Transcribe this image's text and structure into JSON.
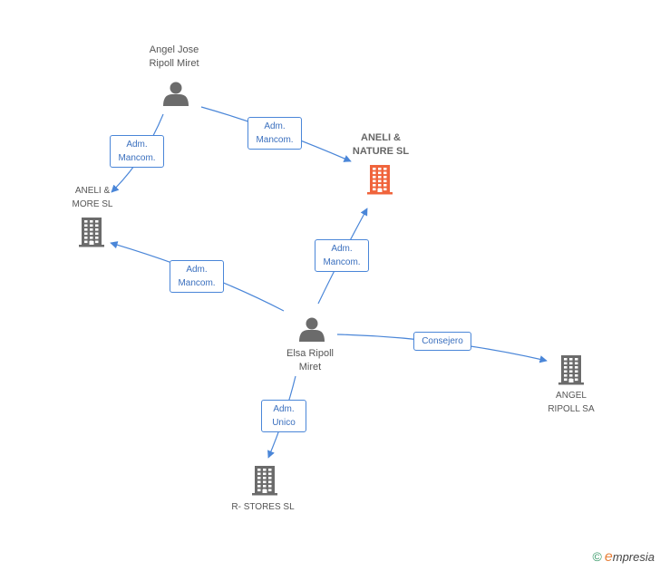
{
  "nodes": {
    "angel_jose": {
      "type": "person",
      "lines": [
        "Angel Jose",
        "Ripoll Miret"
      ]
    },
    "aneli_nature": {
      "type": "company-focus",
      "lines": [
        "ANELI &",
        "NATURE SL"
      ]
    },
    "aneli_more": {
      "type": "company",
      "lines": [
        "ANELI &",
        "MORE SL"
      ]
    },
    "elsa": {
      "type": "person",
      "lines": [
        "Elsa Ripoll",
        "Miret"
      ]
    },
    "angel_ripoll_sa": {
      "type": "company",
      "lines": [
        "ANGEL",
        "RIPOLL SA"
      ]
    },
    "r_stores": {
      "type": "company",
      "lines": [
        "R- STORES SL"
      ]
    }
  },
  "edges": [
    {
      "from": "angel_jose",
      "to": "aneli_nature",
      "lines": [
        "Adm.",
        "Mancom."
      ]
    },
    {
      "from": "angel_jose",
      "to": "aneli_more",
      "lines": [
        "Adm.",
        "Mancom."
      ]
    },
    {
      "from": "elsa",
      "to": "aneli_more",
      "lines": [
        "Adm.",
        "Mancom."
      ]
    },
    {
      "from": "elsa",
      "to": "aneli_nature",
      "lines": [
        "Adm.",
        "Mancom."
      ]
    },
    {
      "from": "elsa",
      "to": "angel_ripoll_sa",
      "lines": [
        "Consejero"
      ]
    },
    {
      "from": "elsa",
      "to": "r_stores",
      "lines": [
        "Adm.",
        "Unico"
      ]
    }
  ],
  "colors": {
    "edge": "#4a86d8",
    "company": "#6b6b6b",
    "person": "#6b6b6b",
    "focus": "#f0643c"
  },
  "brand": {
    "copyright": "©",
    "name_first": "e",
    "name_rest": "mpresia"
  }
}
